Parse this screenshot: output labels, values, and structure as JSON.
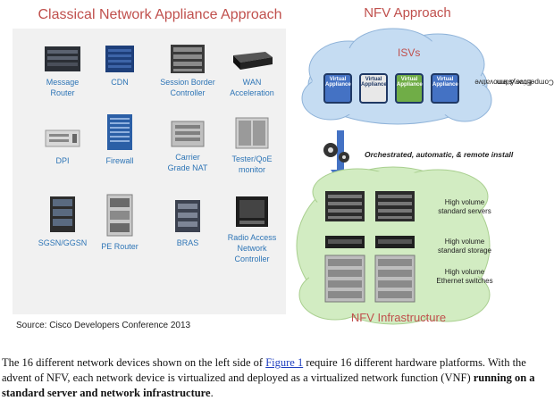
{
  "diagram": {
    "left_title": "Classical Network Appliance Approach",
    "right_title": "NFV Approach",
    "devices": [
      {
        "label_lines": [
          "Message",
          "Router"
        ]
      },
      {
        "label_lines": [
          "CDN"
        ]
      },
      {
        "label_lines": [
          "Session Border",
          "Controller"
        ]
      },
      {
        "label_lines": [
          "WAN",
          "Acceleration"
        ]
      },
      {
        "label_lines": [
          "DPI"
        ]
      },
      {
        "label_lines": [
          "Firewall"
        ]
      },
      {
        "label_lines": [
          "Carrier",
          "Grade NAT"
        ]
      },
      {
        "label_lines": [
          "Tester/QoE",
          "monitor"
        ]
      },
      {
        "label_lines": [
          "SGSN/GGSN"
        ]
      },
      {
        "label_lines": [
          "PE Router"
        ]
      },
      {
        "label_lines": [
          "BRAS"
        ]
      },
      {
        "label_lines": [
          "Radio Access",
          "Network",
          "Controller"
        ]
      }
    ],
    "ecosystem_label_lines": [
      "Competitive & Innovative",
      "Ecosystem"
    ],
    "isv_label": "ISVs",
    "virtual_appliances": [
      {
        "text": "Virtual Appliance",
        "color": "#4472c4"
      },
      {
        "text": "Virtual Appliance",
        "color": "#e8e8e8"
      },
      {
        "text": "Virtual Appliance",
        "color": "#70ad47"
      },
      {
        "text": "Virtual Appliance",
        "color": "#4472c4"
      }
    ],
    "install_label": "Orchestrated, automatic, & remote install",
    "hardware_labels": [
      {
        "lines": [
          "High volume",
          "standard servers"
        ]
      },
      {
        "lines": [
          "High volume",
          "standard storage"
        ]
      },
      {
        "lines": [
          "High volume",
          "Ethernet switches"
        ]
      }
    ],
    "infrastructure_label": "NFV Infrastructure",
    "source": "Source: Cisco Developers Conference 2013"
  },
  "caption": {
    "part1": "The 16 different network devices shown on the left side of ",
    "link": "Figure 1",
    "part2": " require 16 different hardware platforms. With the advent of NFV, each network device is virtualized and deployed as a virtualized network function (VNF) ",
    "bold": "running on a standard server and network infrastructure",
    "part3": "."
  },
  "colors": {
    "title_red": "#c0504d",
    "label_blue": "#2e75b6",
    "cloud_blue": "#c5dcf2",
    "cloud_green": "#d2ecc2",
    "arrow_blue": "#4472c4"
  }
}
